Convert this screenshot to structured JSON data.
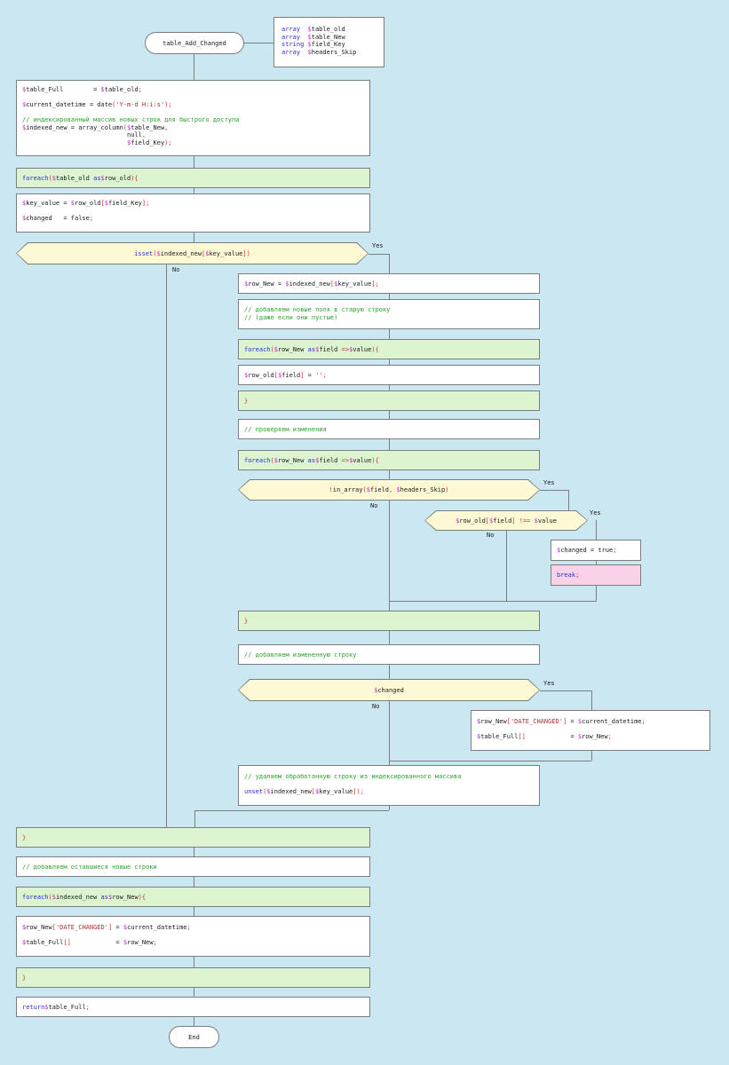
{
  "diagram": {
    "yes": "Yes",
    "no": "No",
    "start": "table_Add_Changed",
    "end": "End",
    "params": [
      "array  $table_old",
      "array  $table_New",
      "string $field_Key",
      "array  $headers_Skip"
    ],
    "nodes": {
      "init": [
        "$table_Full        = $table_old;",
        "",
        "$current_datetime = date('Y-m-d H:i:s');",
        "",
        "// индексированный массив новых строк для быстрого доступа",
        "$indexed_new = array_column($table_New,",
        "                            null,",
        "                            $field_Key);"
      ],
      "foreach_old": [
        "foreach ($table_old as $row_old) {"
      ],
      "keyvalue": [
        "$key_value = $row_old[$field_Key];",
        "",
        "$changed   = false;"
      ],
      "isset_cond": [
        "isset($indexed_new[$key_value])"
      ],
      "rownew": [
        "$row_New = $indexed_new[$key_value];"
      ],
      "fields_comment": [
        "// добавляем новые поля в старую строку",
        "// (даже если они пустые)"
      ],
      "foreach_fields": [
        "foreach ($row_New as $field => $value) {"
      ],
      "rowold_field": [
        "$row_old[$field] = '';"
      ],
      "close_fields": [
        "}"
      ],
      "check_comment": [
        "// проверяем изменения"
      ],
      "foreach_check": [
        "foreach ($row_New as $field => $value) {"
      ],
      "inarray_cond": [
        "!in_array($field, $headers_Skip)"
      ],
      "neq_cond": [
        "$row_old[$field] !== $value"
      ],
      "changed_true": [
        "$changed = true;"
      ],
      "break_stmt": [
        "break;"
      ],
      "close_check": [
        "}"
      ],
      "addrow_comment": [
        "// добавляем измененную строку"
      ],
      "changed_cond": [
        "$changed"
      ],
      "date_changed": [
        "$row_New['DATE_CHANGED'] = $current_datetime;",
        "",
        "$table_Full[]            = $row_New;"
      ],
      "unset_row": [
        "// удаляем обработанную строку из индексированного массива",
        "",
        "unset($indexed_new[$key_value]);"
      ],
      "close_old": [
        "}"
      ],
      "remaining_comment": [
        "// добавляем оставшиеся новые строки"
      ],
      "foreach_new": [
        "foreach ($indexed_new as $row_New) {"
      ],
      "date_changed2": [
        "$row_New['DATE_CHANGED'] = $current_datetime;",
        "",
        "$table_Full[]            = $row_New;"
      ],
      "close_new": [
        "}"
      ],
      "return_stmt": [
        "return $table_Full;"
      ]
    },
    "colors": {
      "background": "#cbe7f1",
      "line": "#7d7d7d",
      "green_fill": "#dcf4d0",
      "yellow_fill": "#fcf9d4",
      "pink_fill": "#f9d2e8",
      "keyword": "#2b2bd0",
      "sigil": "#c42ac4",
      "string": "#b03030",
      "comment": "#2ca32c",
      "punctuation": "#cf2f2f"
    }
  }
}
